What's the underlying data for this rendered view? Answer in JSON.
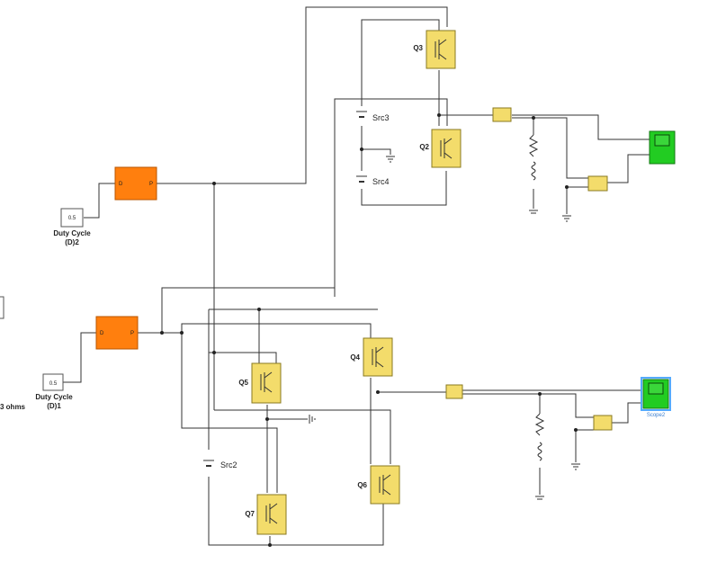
{
  "blocks": {
    "q3": "Q3",
    "q2": "Q2",
    "q4": "Q4",
    "q5": "Q5",
    "q6": "Q6",
    "q7": "Q7",
    "src3": "Src3",
    "src4": "Src4",
    "src2": "Src2",
    "duty2_value": "0.5",
    "duty2_label_1": "Duty Cycle",
    "duty2_label_2": "(D)2",
    "duty1_value": "0.5",
    "duty1_label_1": "Duty Cycle",
    "duty1_label_2": "(D)1",
    "pwm_in": "D",
    "pwm_out": "P",
    "scope2": "Scope2",
    "load_text": "3 ohms"
  },
  "colors": {
    "pwm": "#ff7f0e",
    "igbt": "#f3dc6b",
    "scope": "#22cc22",
    "scope_selected_border": "#55aaff",
    "measure": "#f3dc6b"
  }
}
